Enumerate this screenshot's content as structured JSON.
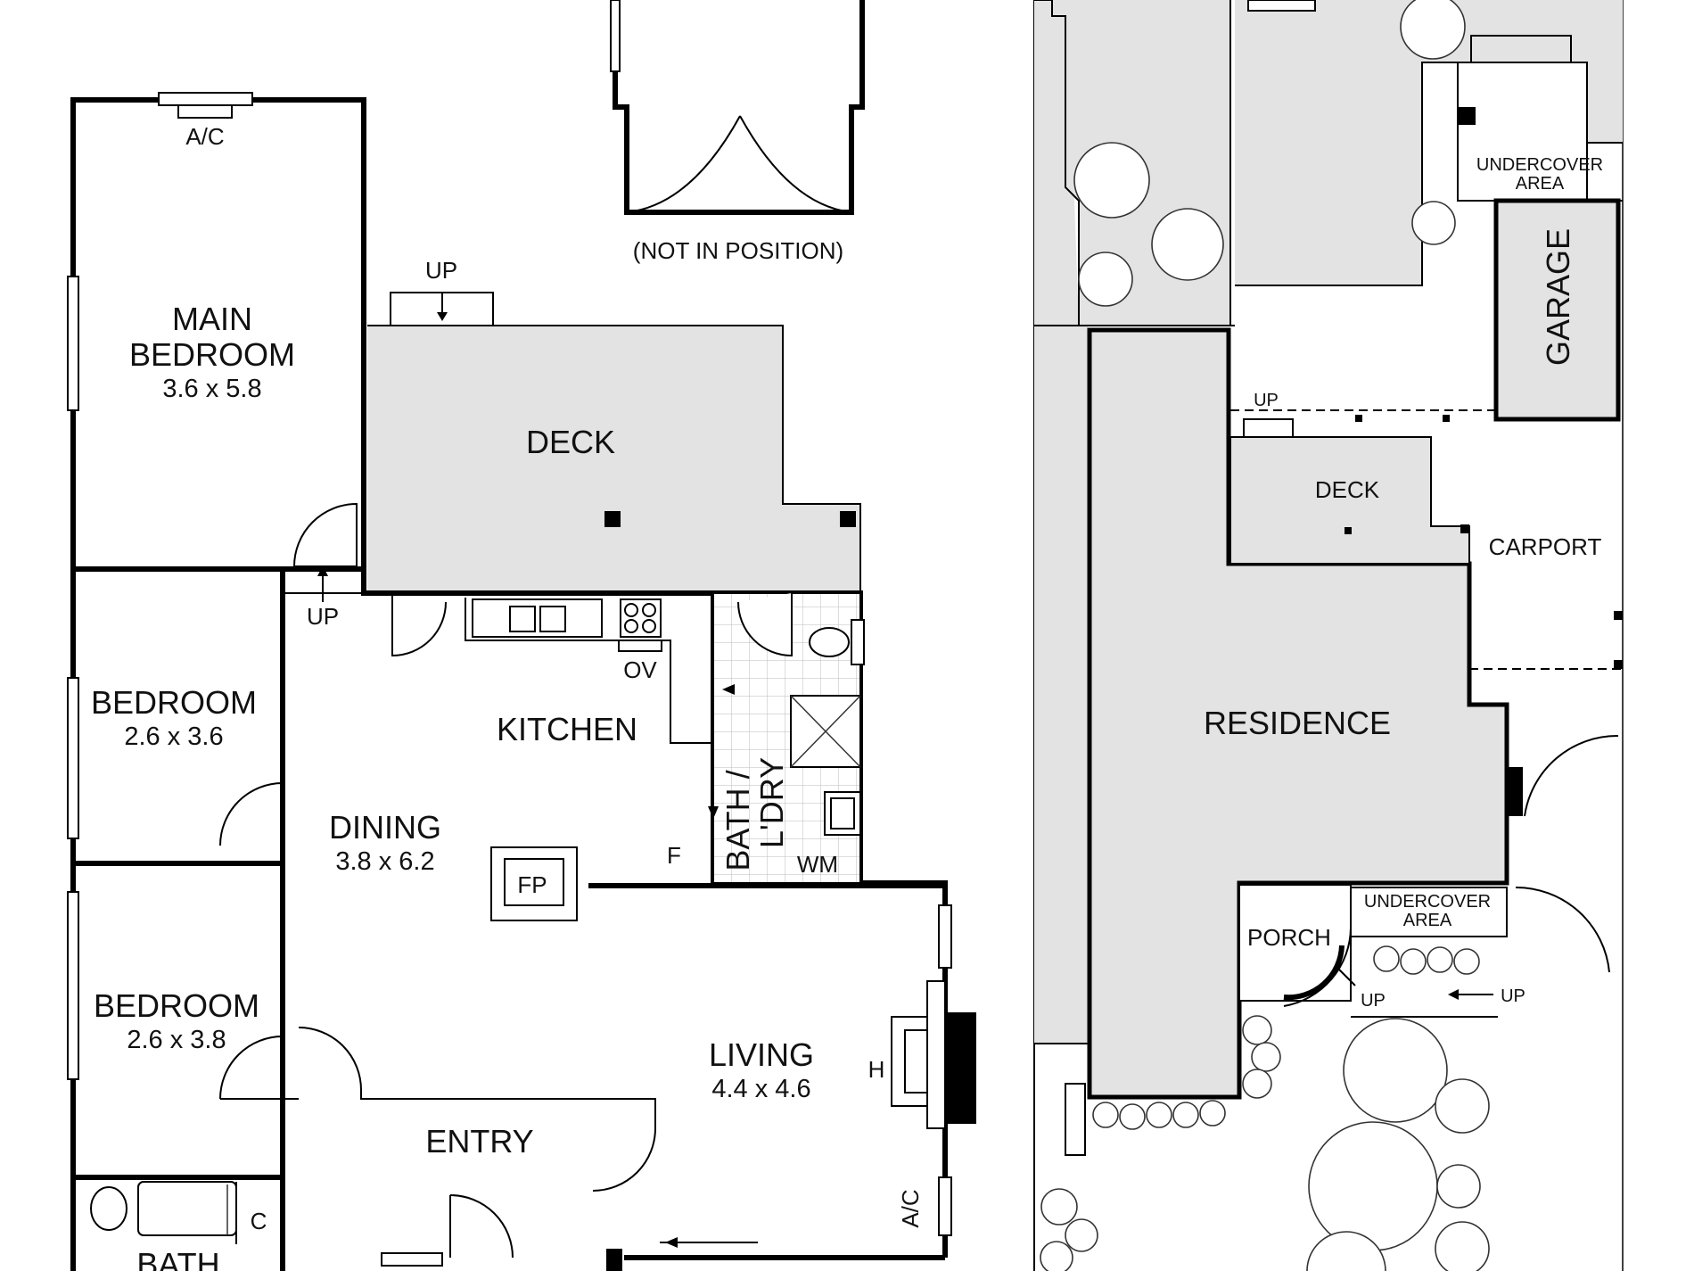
{
  "floor_plan": {
    "rooms": {
      "main_bedroom": {
        "name_line1": "MAIN",
        "name_line2": "BEDROOM",
        "size": "3.6 x 5.8"
      },
      "bedroom_1": {
        "name": "BEDROOM",
        "size": "2.6 x 3.6"
      },
      "bedroom_2": {
        "name": "BEDROOM",
        "size": "2.6 x 3.8"
      },
      "deck": {
        "name": "DECK"
      },
      "kitchen": {
        "name": "KITCHEN"
      },
      "dining": {
        "name": "DINING",
        "size": "3.8 x 6.2"
      },
      "living": {
        "name": "LIVING",
        "size": "4.4 x 4.6"
      },
      "entry": {
        "name": "ENTRY"
      },
      "bath_laundry": {
        "name_line1": "BATH /",
        "name_line2": "L'DRY"
      },
      "bath": {
        "name": "BATH"
      }
    },
    "fixtures": {
      "ac_top": "A/C",
      "ac_right": "A/C",
      "oven": "OV",
      "fireplace": "FP",
      "fridge": "F",
      "washing_machine": "WM",
      "heater": "H",
      "cupboard": "C",
      "up_deck": "UP",
      "up_door": "UP"
    },
    "note": "(NOT IN POSITION)"
  },
  "site_plan": {
    "residence": "RESIDENCE",
    "garage": "GARAGE",
    "deck": "DECK",
    "carport": "CARPORT",
    "porch": "PORCH",
    "undercover_top_line1": "UNDERCOVER",
    "undercover_top_line2": "AREA",
    "undercover_bottom_line1": "UNDERCOVER",
    "undercover_bottom_line2": "AREA",
    "up_labels": [
      "UP",
      "UP",
      "UP"
    ]
  }
}
